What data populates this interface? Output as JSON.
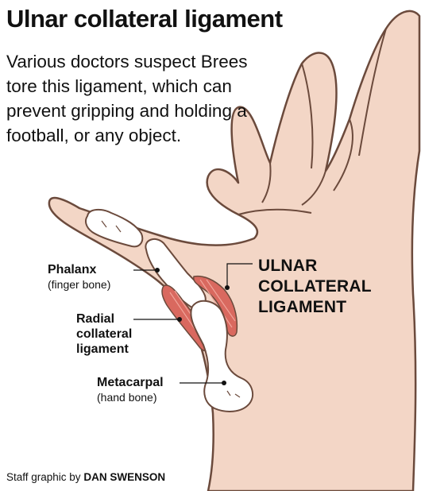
{
  "title": "Ulnar collateral ligament",
  "description": "Various doctors suspect Brees tore this ligament, which can prevent gripping and holding a football, or any object.",
  "labels": {
    "phalanx": {
      "name": "Phalanx",
      "note": "(finger bone)"
    },
    "radial": {
      "line1": "Radial",
      "line2": "collateral",
      "line3": "ligament"
    },
    "metacarpal": {
      "name": "Metacarpal",
      "note": "(hand bone)"
    },
    "ucl": {
      "line1": "ULNAR",
      "line2": "COLLATERAL",
      "line3": "LIGAMENT"
    }
  },
  "credit": {
    "prefix": "Staff graphic by",
    "name": "DAN SWENSON"
  },
  "colors": {
    "skin": "#f3d6c6",
    "skin_outline": "#6b4a3c",
    "bone": "#ffffff",
    "ligament": "#d9695f"
  }
}
